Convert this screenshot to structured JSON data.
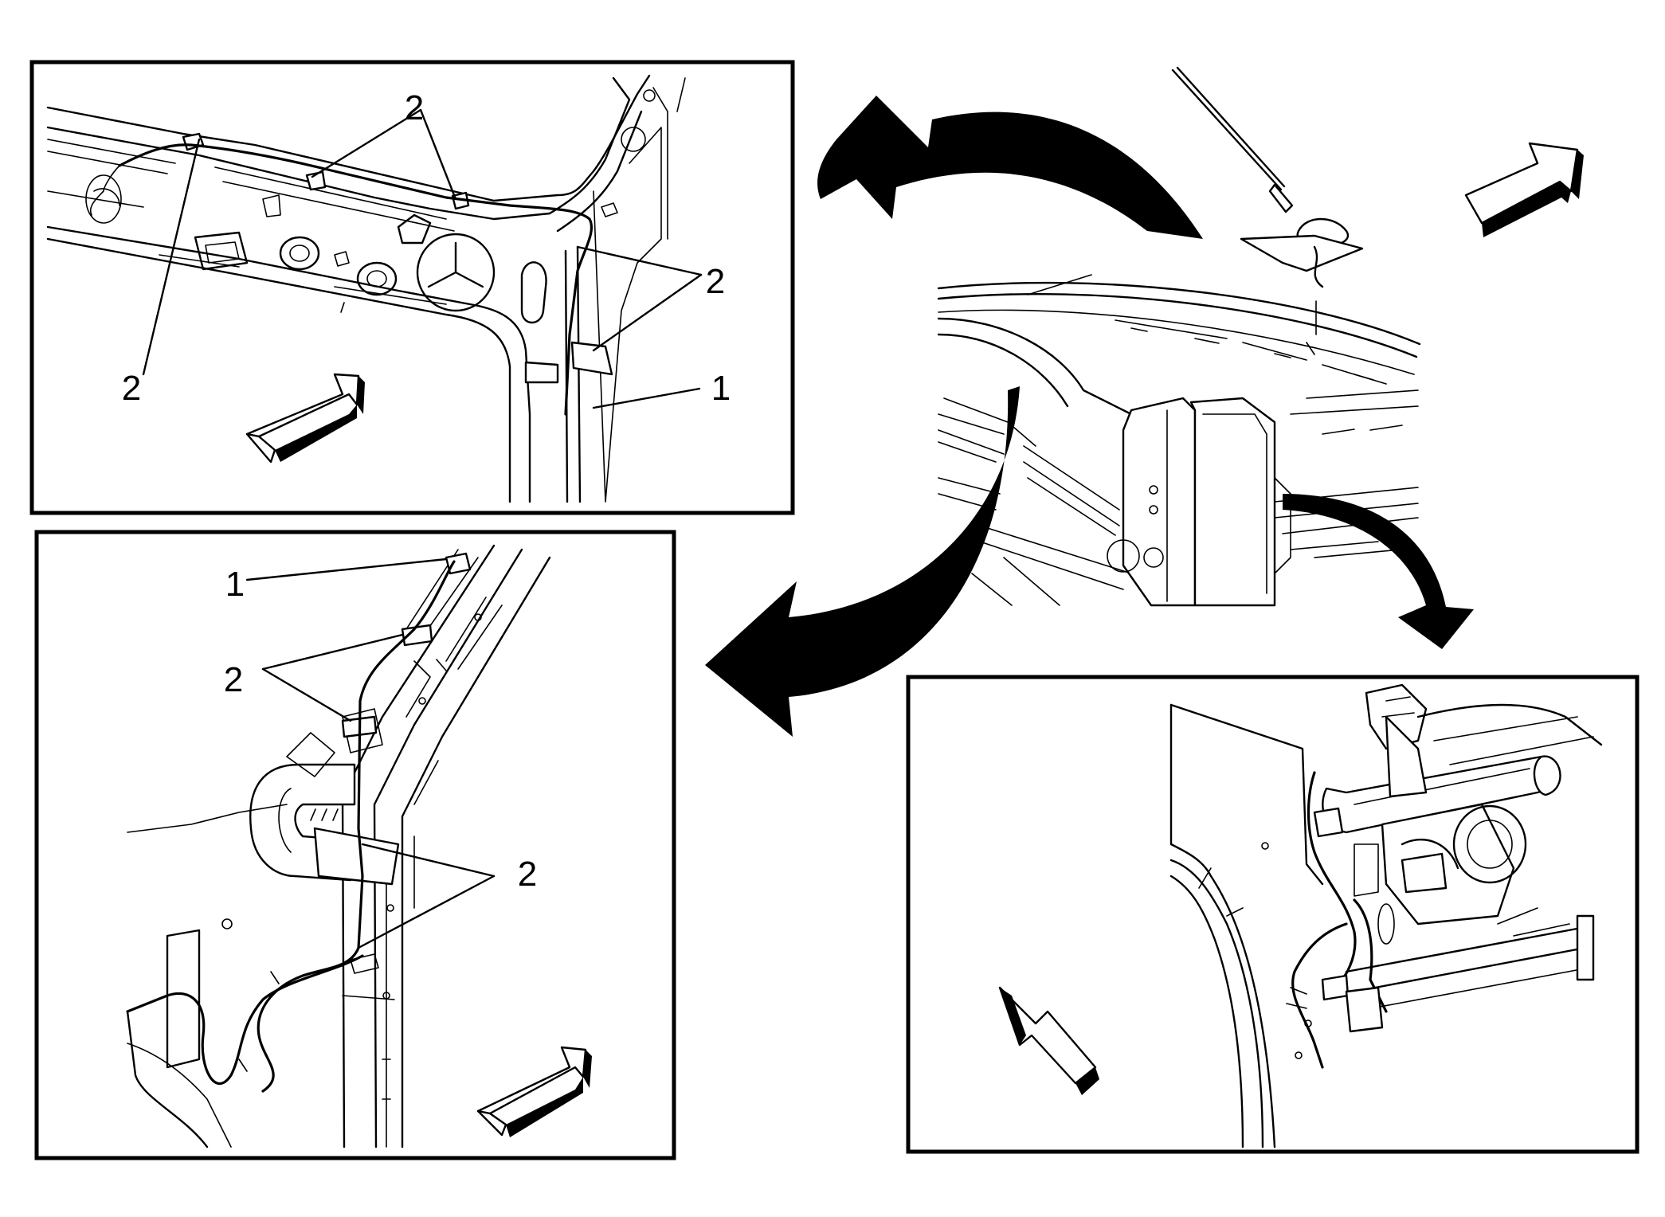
{
  "diagram": {
    "callouts": {
      "top_left": {
        "label_a": "2",
        "label_b": "2",
        "label_c": "2",
        "label_d": "1"
      },
      "bottom_left": {
        "label_a": "1",
        "label_b": "2",
        "label_c": "2"
      }
    }
  }
}
